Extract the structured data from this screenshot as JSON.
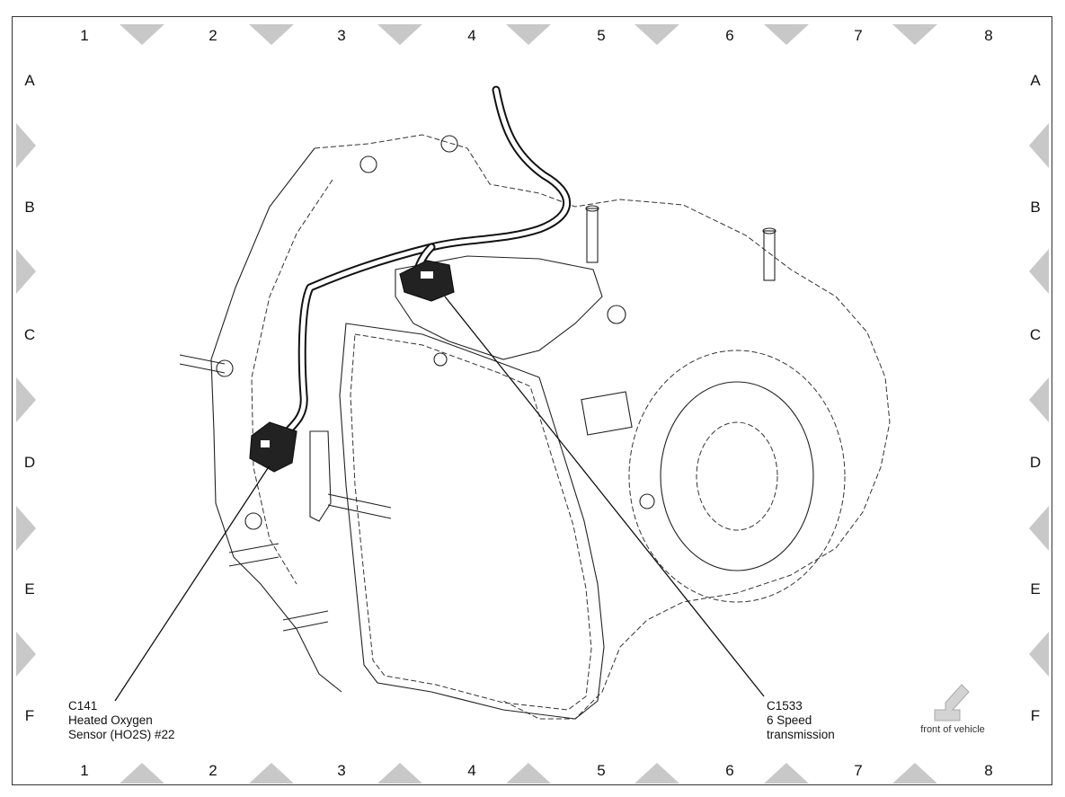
{
  "grid": {
    "columns": [
      "1",
      "2",
      "3",
      "4",
      "5",
      "6",
      "7",
      "8"
    ],
    "rows": [
      "A",
      "B",
      "C",
      "D",
      "E",
      "F"
    ]
  },
  "callouts": {
    "c141": {
      "id": "C141",
      "line1": "Heated Oxygen",
      "line2": "Sensor (HO2S) #22"
    },
    "c1533": {
      "id": "C1533",
      "line1": "6 Speed",
      "line2": "transmission"
    }
  },
  "orientation": {
    "label": "front of vehicle",
    "icon": "arrow-down-left-icon"
  },
  "colors": {
    "frame": "#333333",
    "markers": "#c8c8c8",
    "ink": "#111111"
  }
}
